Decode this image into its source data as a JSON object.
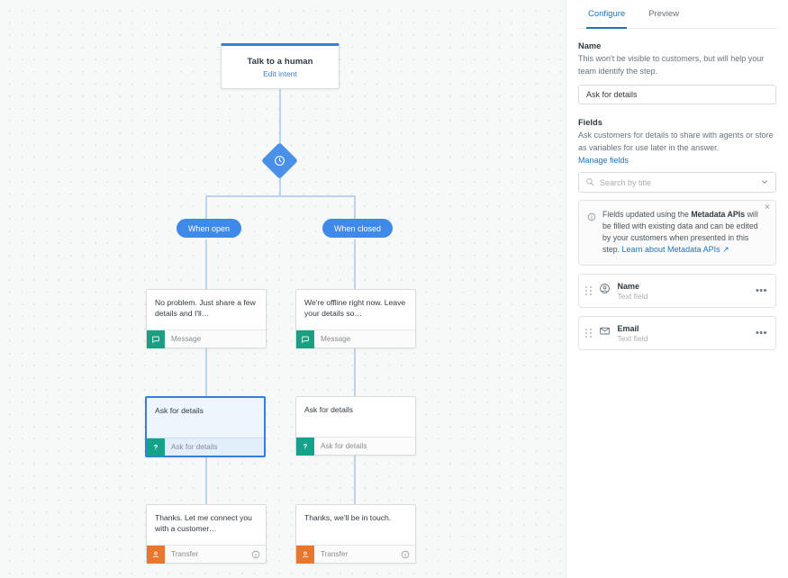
{
  "canvas": {
    "intent": {
      "title": "Talk to a human",
      "link": "Edit intent"
    },
    "condition": {
      "icon": "clock-icon"
    },
    "branches": [
      {
        "label": "When open"
      },
      {
        "label": "When closed"
      }
    ],
    "nodes": [
      {
        "text": "No problem. Just share a few details and I'll…",
        "footer": "Message",
        "icon": "message-icon",
        "selected": false
      },
      {
        "text": "We're offline right now. Leave your details so…",
        "footer": "Message",
        "icon": "message-icon",
        "selected": false
      },
      {
        "text": "Ask for details",
        "footer": "Ask for details",
        "icon": "question-icon",
        "selected": true
      },
      {
        "text": "Ask for details",
        "footer": "Ask for details",
        "icon": "question-icon",
        "selected": false
      },
      {
        "text": "Thanks. Let me connect you with a customer…",
        "footer": "Transfer",
        "icon": "transfer-icon",
        "selected": false
      },
      {
        "text": "Thanks, we'll be in touch.",
        "footer": "Transfer",
        "icon": "transfer-icon",
        "selected": false
      }
    ]
  },
  "panel": {
    "tabs": [
      {
        "label": "Configure",
        "active": true
      },
      {
        "label": "Preview",
        "active": false
      }
    ],
    "name_section": {
      "title": "Name",
      "description": "This won't be visible to customers, but will help your team identify the step.",
      "value": "Ask for details"
    },
    "fields_section": {
      "title": "Fields",
      "description": "Ask customers for details to share with agents or store as variables for use later in the answer.",
      "manage_link": "Manage fields",
      "search_placeholder": "Search by title",
      "info": {
        "text_part1": "Fields updated using the ",
        "bold": "Metadata APIs",
        "text_part2": " will be filled with existing data and can be edited by your customers when presented in this step. ",
        "link": "Learn about Metadata APIs",
        "close": "×"
      },
      "fields": [
        {
          "name": "Name",
          "type": "Text field",
          "icon": "person-icon",
          "menu": "•••"
        },
        {
          "name": "Email",
          "type": "Text field",
          "icon": "envelope-icon",
          "menu": "•••"
        }
      ]
    }
  },
  "colors": {
    "accent_blue": "#1f73b7",
    "pill_blue": "#3f8ae8",
    "message_teal": "#1aa080",
    "ask_teal": "#13a28a",
    "transfer_orange": "#e8762c",
    "connector": "#bcd4ea"
  }
}
